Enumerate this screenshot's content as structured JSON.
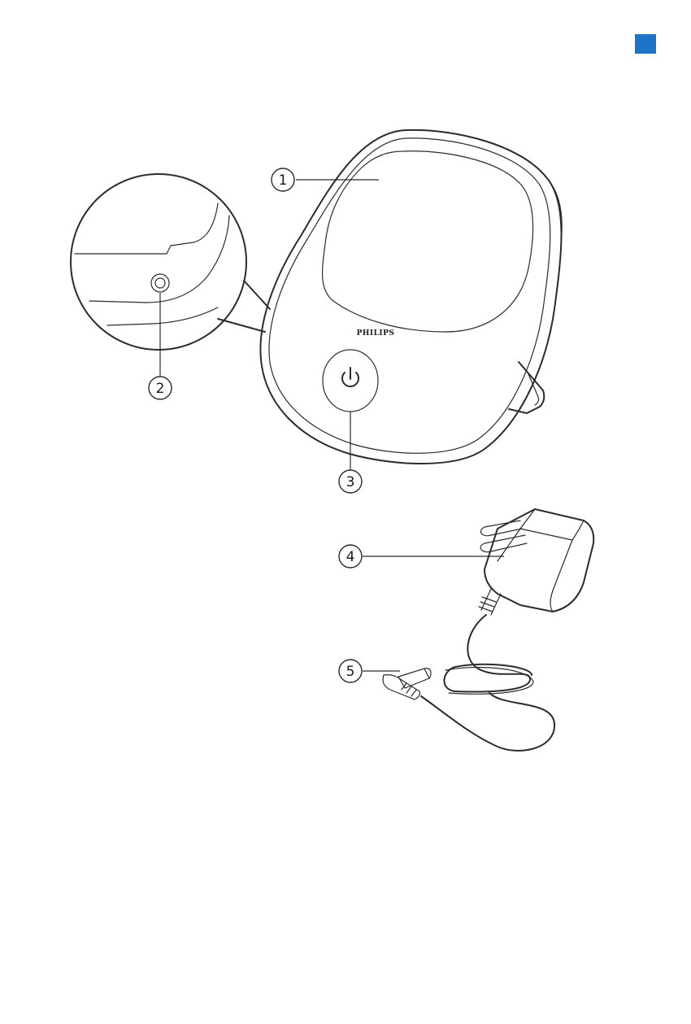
{
  "page": {
    "corner_tab_color": "#1f73c7"
  },
  "device": {
    "brand": "PHILIPS",
    "power_button_icon": "power-icon"
  },
  "callouts": [
    "1",
    "2",
    "3",
    "4",
    "5"
  ]
}
